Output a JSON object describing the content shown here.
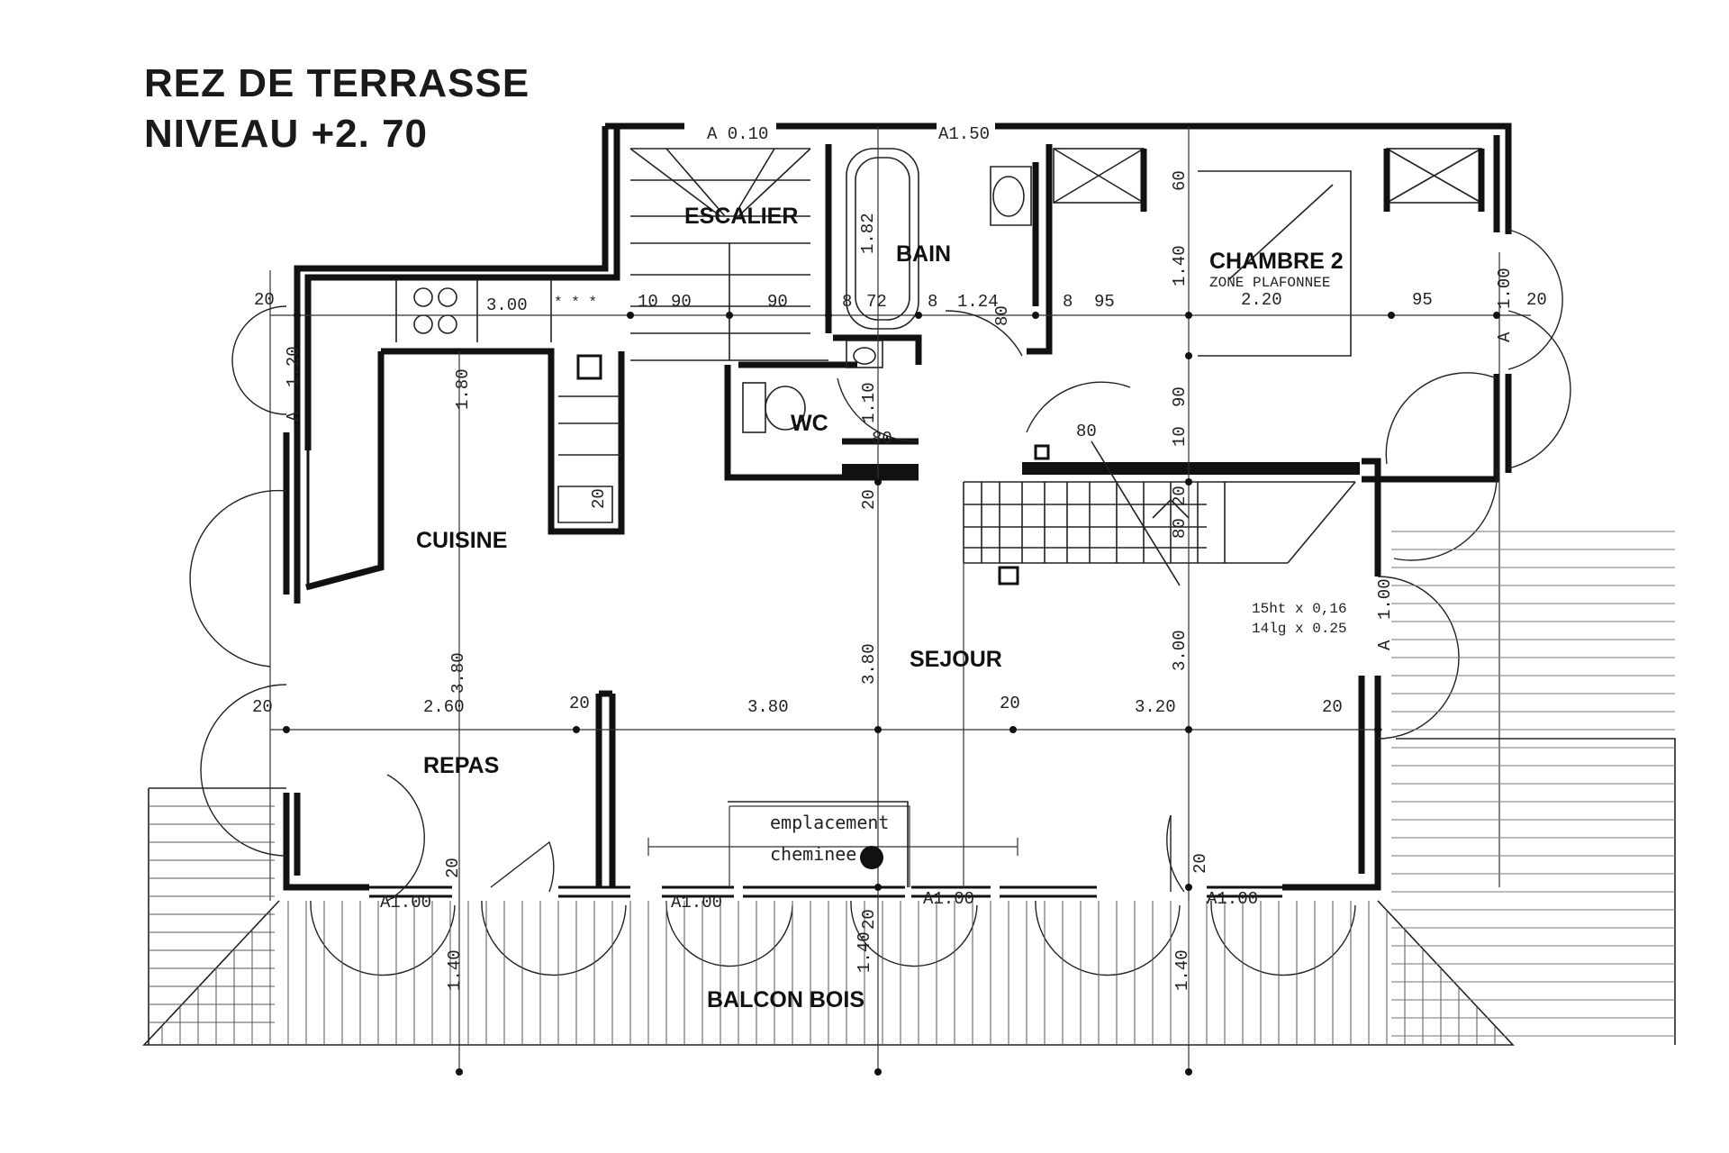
{
  "title": {
    "line1": "REZ DE TERRASSE",
    "line2": "NIVEAU +2. 70"
  },
  "rooms": {
    "escalier": "ESCALIER",
    "bain": "BAIN",
    "chambre2": "CHAMBRE 2",
    "zone_plafonnee": "ZONE PLAFONNEE",
    "zone_height": "2.20",
    "wc": "WC",
    "cuisine": "CUISINE",
    "sejour": "SEJOUR",
    "repas": "REPAS",
    "balcon": "BALCON BOIS",
    "cheminee_line1": "emplacement",
    "cheminee_line2": "cheminee"
  },
  "stair_note": {
    "line1": "15ht x 0,16",
    "line2": "14lg x 0.25"
  },
  "dims": {
    "a010": "A 0.10",
    "a150": "A1.50",
    "d20_left": "20",
    "d300": "3.00",
    "d10": "10",
    "d90_a": "90",
    "d90_b": "90",
    "d8_a": "8",
    "d72": "72",
    "d8_b": "8",
    "d124": "1.24",
    "d8_c": "8",
    "d95_a": "95",
    "d95_b": "95",
    "d20_right": "20",
    "d60": "60",
    "d140_top": "1.40",
    "d100_right_top": "1.00",
    "a_right_top": "A",
    "d120": "1.20",
    "a_left": "A",
    "d180": "1.80",
    "d110": "1.10",
    "d80_wc": "80",
    "d80_bain": "80",
    "d80_ch": "80",
    "d90_ch": "90",
    "d10_ch": "10",
    "d20_stair": "20",
    "d80_stair": "80",
    "d20_sejour": "20",
    "d20_cuisine": "20",
    "d100_right": "1.00",
    "a_right": "A",
    "d380_left": "3.80",
    "d20_repas": "20",
    "d260": "2.60",
    "d20_mid": "20",
    "d380_mid": "3.80",
    "d380_v": "3.80",
    "d20_b": "20",
    "d320": "3.20",
    "d20_c": "20",
    "d300_v": "3.00",
    "d20_bottom_left": "20",
    "a100_1": "A1.00",
    "a100_2": "A1.00",
    "a100_3": "A1.00",
    "a100_4": "A1.00",
    "d140_bl": "1.40",
    "d140_bm": "1.40",
    "d20_bm": "20",
    "d140_br": "1.40",
    "d20_br": "20"
  }
}
